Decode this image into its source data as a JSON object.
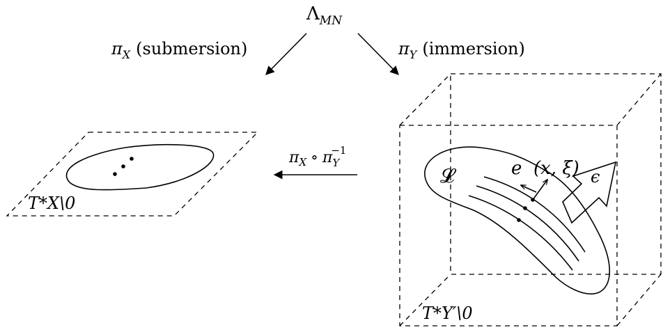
{
  "top": {
    "base": "Λ",
    "sub": "MN"
  },
  "left_arrow": {
    "pi": "π",
    "sub": "X",
    "note": "(submersion)"
  },
  "right_arrow": {
    "pi": "π",
    "sub": "Y",
    "note": "(immersion)"
  },
  "composite": {
    "pi1": "π",
    "sub1": "X",
    "op": "∘",
    "pi2": "π",
    "sub2": "Y",
    "sup": "−1"
  },
  "left_plane": {
    "label": "T*X\\0"
  },
  "right_box": {
    "label": "T*Y′\\0"
  },
  "curve_label": "𝓛",
  "vector_e": "e",
  "point": "(x, ξ)",
  "epsilon": "ϵ"
}
